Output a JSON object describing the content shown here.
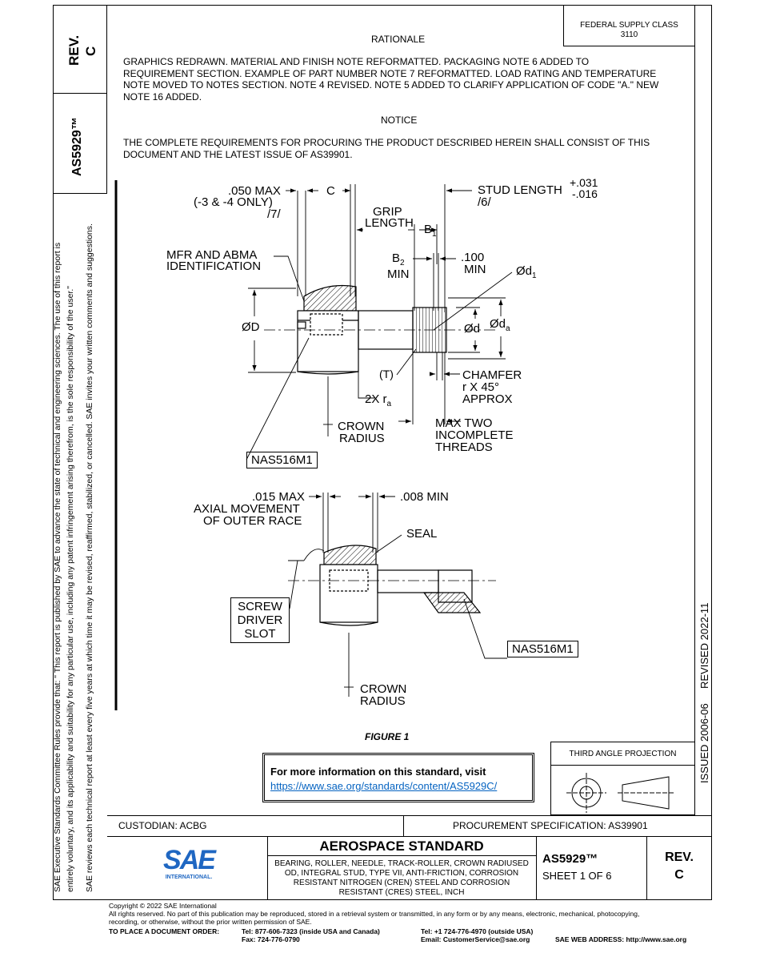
{
  "left_notice": {
    "line1": "SAE Executive Standards Committee Rules provide that: \"  This report is published by SAE to advance the state of technical and engineering sciences. The use of this report is",
    "line2": "entirely voluntary, and its applicability and suitability for any particular use, including any patent infringement arising therefrom, is the sole responsibility of the user.\"",
    "line3": "SAE reviews each technical report at least every five years at which time it may be revised, reaffirmed, stabilized, or cancelled. SAE invites your written comments and suggestions."
  },
  "side_tab": {
    "rev": "REV.",
    "rev_letter": "C",
    "doc": "AS5929™"
  },
  "right_strip": {
    "revised": "REVISED 2022-11",
    "issued": "ISSUED 2006-06"
  },
  "fsc": {
    "label": "FEDERAL SUPPLY CLASS",
    "value": "3110"
  },
  "rationale": {
    "title": "RATIONALE",
    "line1": "GRAPHICS REDRAWN. MATERIAL AND FINISH NOTE REFORMATTED. PACKAGING NOTE 6 ADDED TO",
    "line2": "REQUIREMENT SECTION. EXAMPLE OF PART NUMBER NOTE 7 REFORMATTED. LOAD RATING AND TEMPERATURE",
    "line3": "NOTE MOVED TO NOTES SECTION. NOTE 4 REVISED. NOTE 5 ADDED TO CLARIFY APPLICATION OF CODE \"A.\" NEW",
    "line4": "NOTE 16 ADDED."
  },
  "notice": {
    "title": "NOTICE",
    "line1": "THE COMPLETE REQUIREMENTS FOR PROCURING THE PRODUCT DESCRIBED HEREIN SHALL CONSIST OF THIS",
    "line2": "DOCUMENT AND THE LATEST ISSUE OF AS39901."
  },
  "figure": {
    "max050": ".050 MAX",
    "dash_only": "(-3 & -4 ONLY)",
    "note7": "/7/",
    "c": "C",
    "stud_length": "STUD LENGTH",
    "tol_plus": "+.031",
    "tol_minus": "-.016",
    "note6": "/6/",
    "grip": "GRIP",
    "length": "LENGTH",
    "b1": "B",
    "b1_sub": "1",
    "b2": "B",
    "b2_sub": "2",
    "min": "MIN",
    "min100": ".100",
    "min100_label": "MIN",
    "mfr1": "MFR AND ABMA",
    "mfr2": "IDENTIFICATION",
    "od_d1": "Ød",
    "od_d1_sub": "1",
    "od_D": "ØD",
    "od_d": "Ød",
    "od_da": "Ød",
    "od_da_sub": "a",
    "t_label": "(T)",
    "chamfer1": "CHAMFER",
    "chamfer2": "r X 45°",
    "chamfer3": "APPROX",
    "ra": "2X r",
    "ra_sub": "a",
    "crown1": "CROWN",
    "crown2": "RADIUS",
    "max_two1": "MAX TWO",
    "max_two2": "INCOMPLETE",
    "max_two3": "THREADS",
    "nas_top": "NAS516M1",
    "max015": ".015 MAX",
    "axial1": "AXIAL MOVEMENT",
    "axial2": "OF OUTER RACE",
    "min008": ".008 MIN",
    "seal": "SEAL",
    "screw1": "SCREW",
    "screw2": "DRIVER",
    "screw3": "SLOT",
    "nas_bottom": "NAS516M1",
    "crown_b1": "CROWN",
    "crown_b2": "RADIUS",
    "caption": "FIGURE 1"
  },
  "info_box": {
    "text": "For more information on this standard, visit",
    "url": "https://www.sae.org/standards/content/AS5929C/"
  },
  "projection": {
    "label": "THIRD ANGLE PROJECTION"
  },
  "title_block": {
    "custodian": "CUSTODIAN: ACBG",
    "procurement": "PROCUREMENT SPECIFICATION: AS39901",
    "heading": "AEROSPACE STANDARD",
    "desc1": "BEARING, ROLLER, NEEDLE, TRACK-ROLLER, CROWN RADIUSED",
    "desc2": "OD, INTEGRAL STUD, TYPE VII, ANTI-FRICTION, CORROSION",
    "desc3": "RESISTANT NITROGEN (CREN) STEEL AND CORROSION",
    "desc4": "RESISTANT (CRES) STEEL, INCH",
    "doc": "AS5929™",
    "sheet": "SHEET 1 OF 6",
    "rev": "REV.",
    "rev_letter": "C",
    "logo_text": "SAE",
    "logo_sub": "INTERNATIONAL."
  },
  "footer": {
    "copyright": "Copyright © 2022 SAE International",
    "rights1": "All rights reserved. No part of this publication may be reproduced, stored in a retrieval system or transmitted, in any form or by any means, electronic, mechanical, photocopying,",
    "rights2": "recording, or otherwise, without the prior written permission of SAE.",
    "order_label": "TO PLACE A DOCUMENT ORDER:",
    "tel1": "Tel: 877-606-7323 (inside USA and Canada)",
    "fax": "Fax: 724-776-0790",
    "tel2": "Tel: +1 724-776-4970 (outside USA)",
    "email": "Email: CustomerService@sae.org",
    "web": "SAE WEB ADDRESS: http://www.sae.org"
  }
}
